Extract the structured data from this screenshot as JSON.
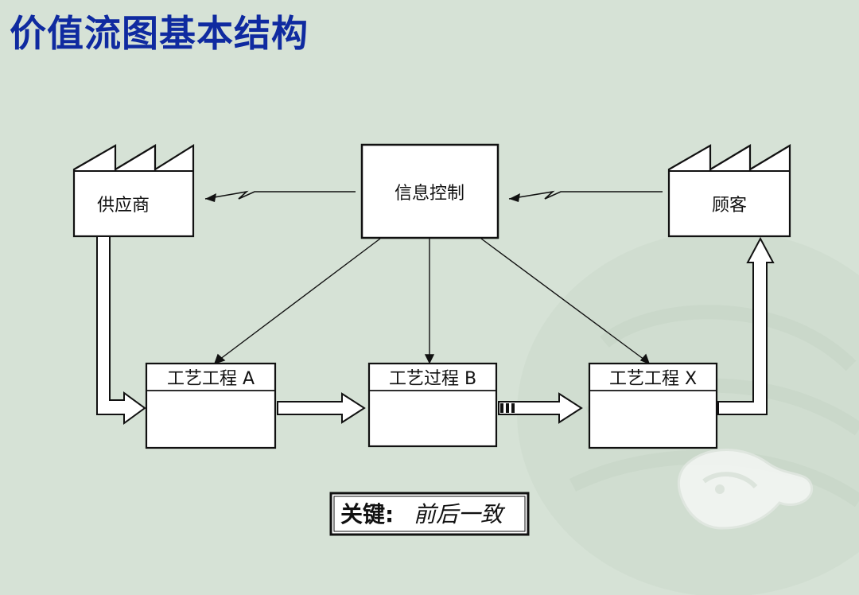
{
  "title": "价值流图基本结构",
  "nodes": {
    "supplier": "供应商",
    "info_control": "信息控制",
    "customer": "顾客",
    "process_a": "工艺工程 A",
    "process_b": "工艺过程 B",
    "process_x": "工艺工程 X"
  },
  "key_note": {
    "label": "关键:",
    "value": "前后一致"
  },
  "colors": {
    "background": "#d6e2d6",
    "title": "#0f2aa0",
    "box_fill": "#ffffff",
    "stroke": "#111111"
  }
}
